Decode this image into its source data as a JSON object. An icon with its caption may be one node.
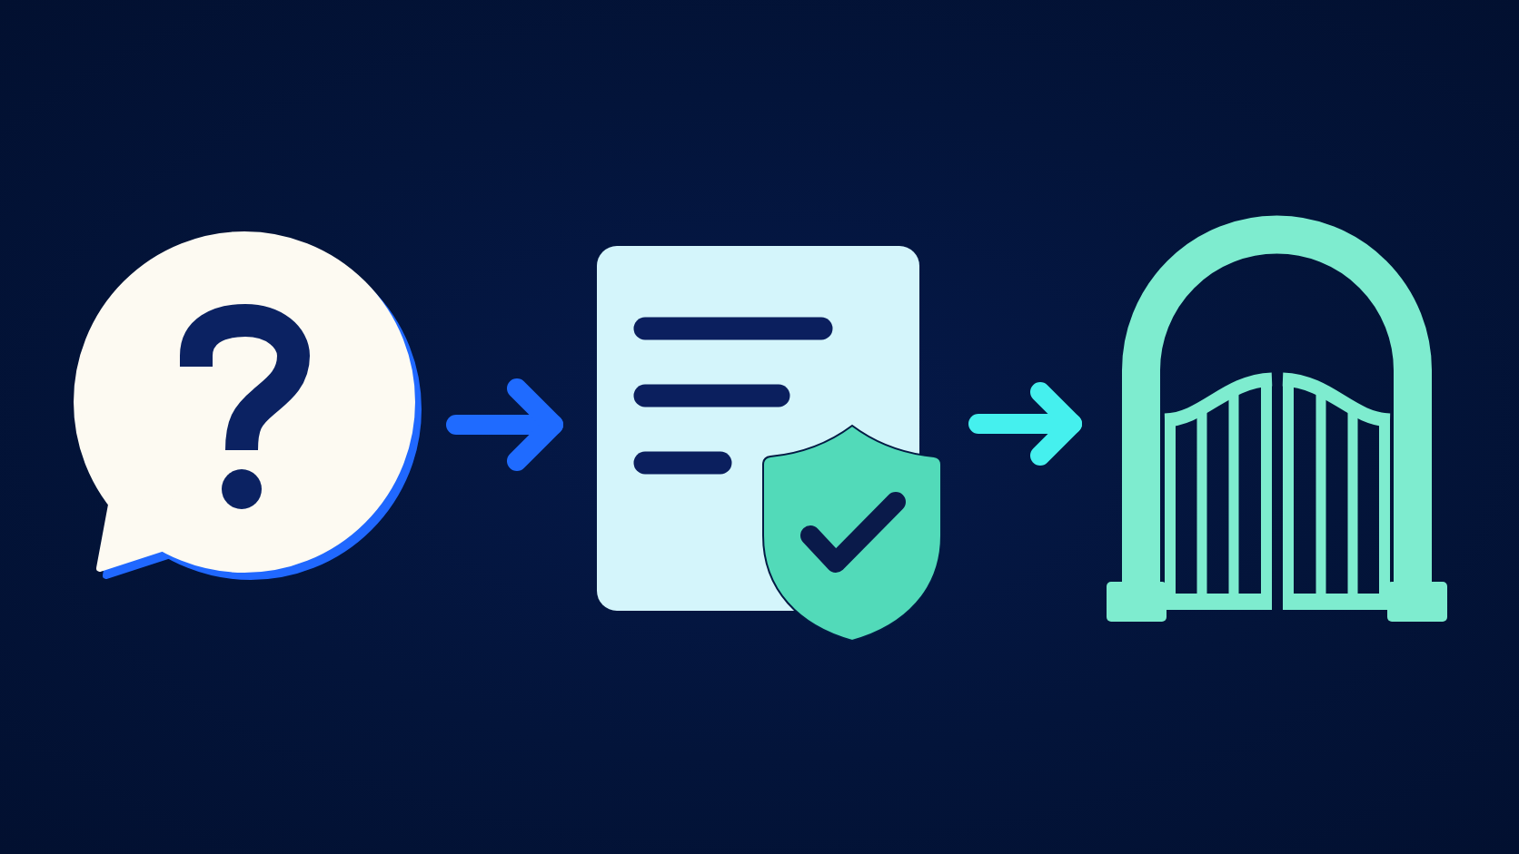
{
  "diagram": {
    "nodes": [
      {
        "text": [],
        "shape": "picture"
      },
      {
        "text": [],
        "shape": "picture"
      },
      {
        "text": [],
        "shape": "picture"
      }
    ],
    "edges": [
      {
        "from": 0,
        "to": 1,
        "arrow": "to",
        "color": "#1f6bff"
      },
      {
        "from": 1,
        "to": 2,
        "arrow": "to",
        "color": "#45f0ee"
      }
    ]
  }
}
